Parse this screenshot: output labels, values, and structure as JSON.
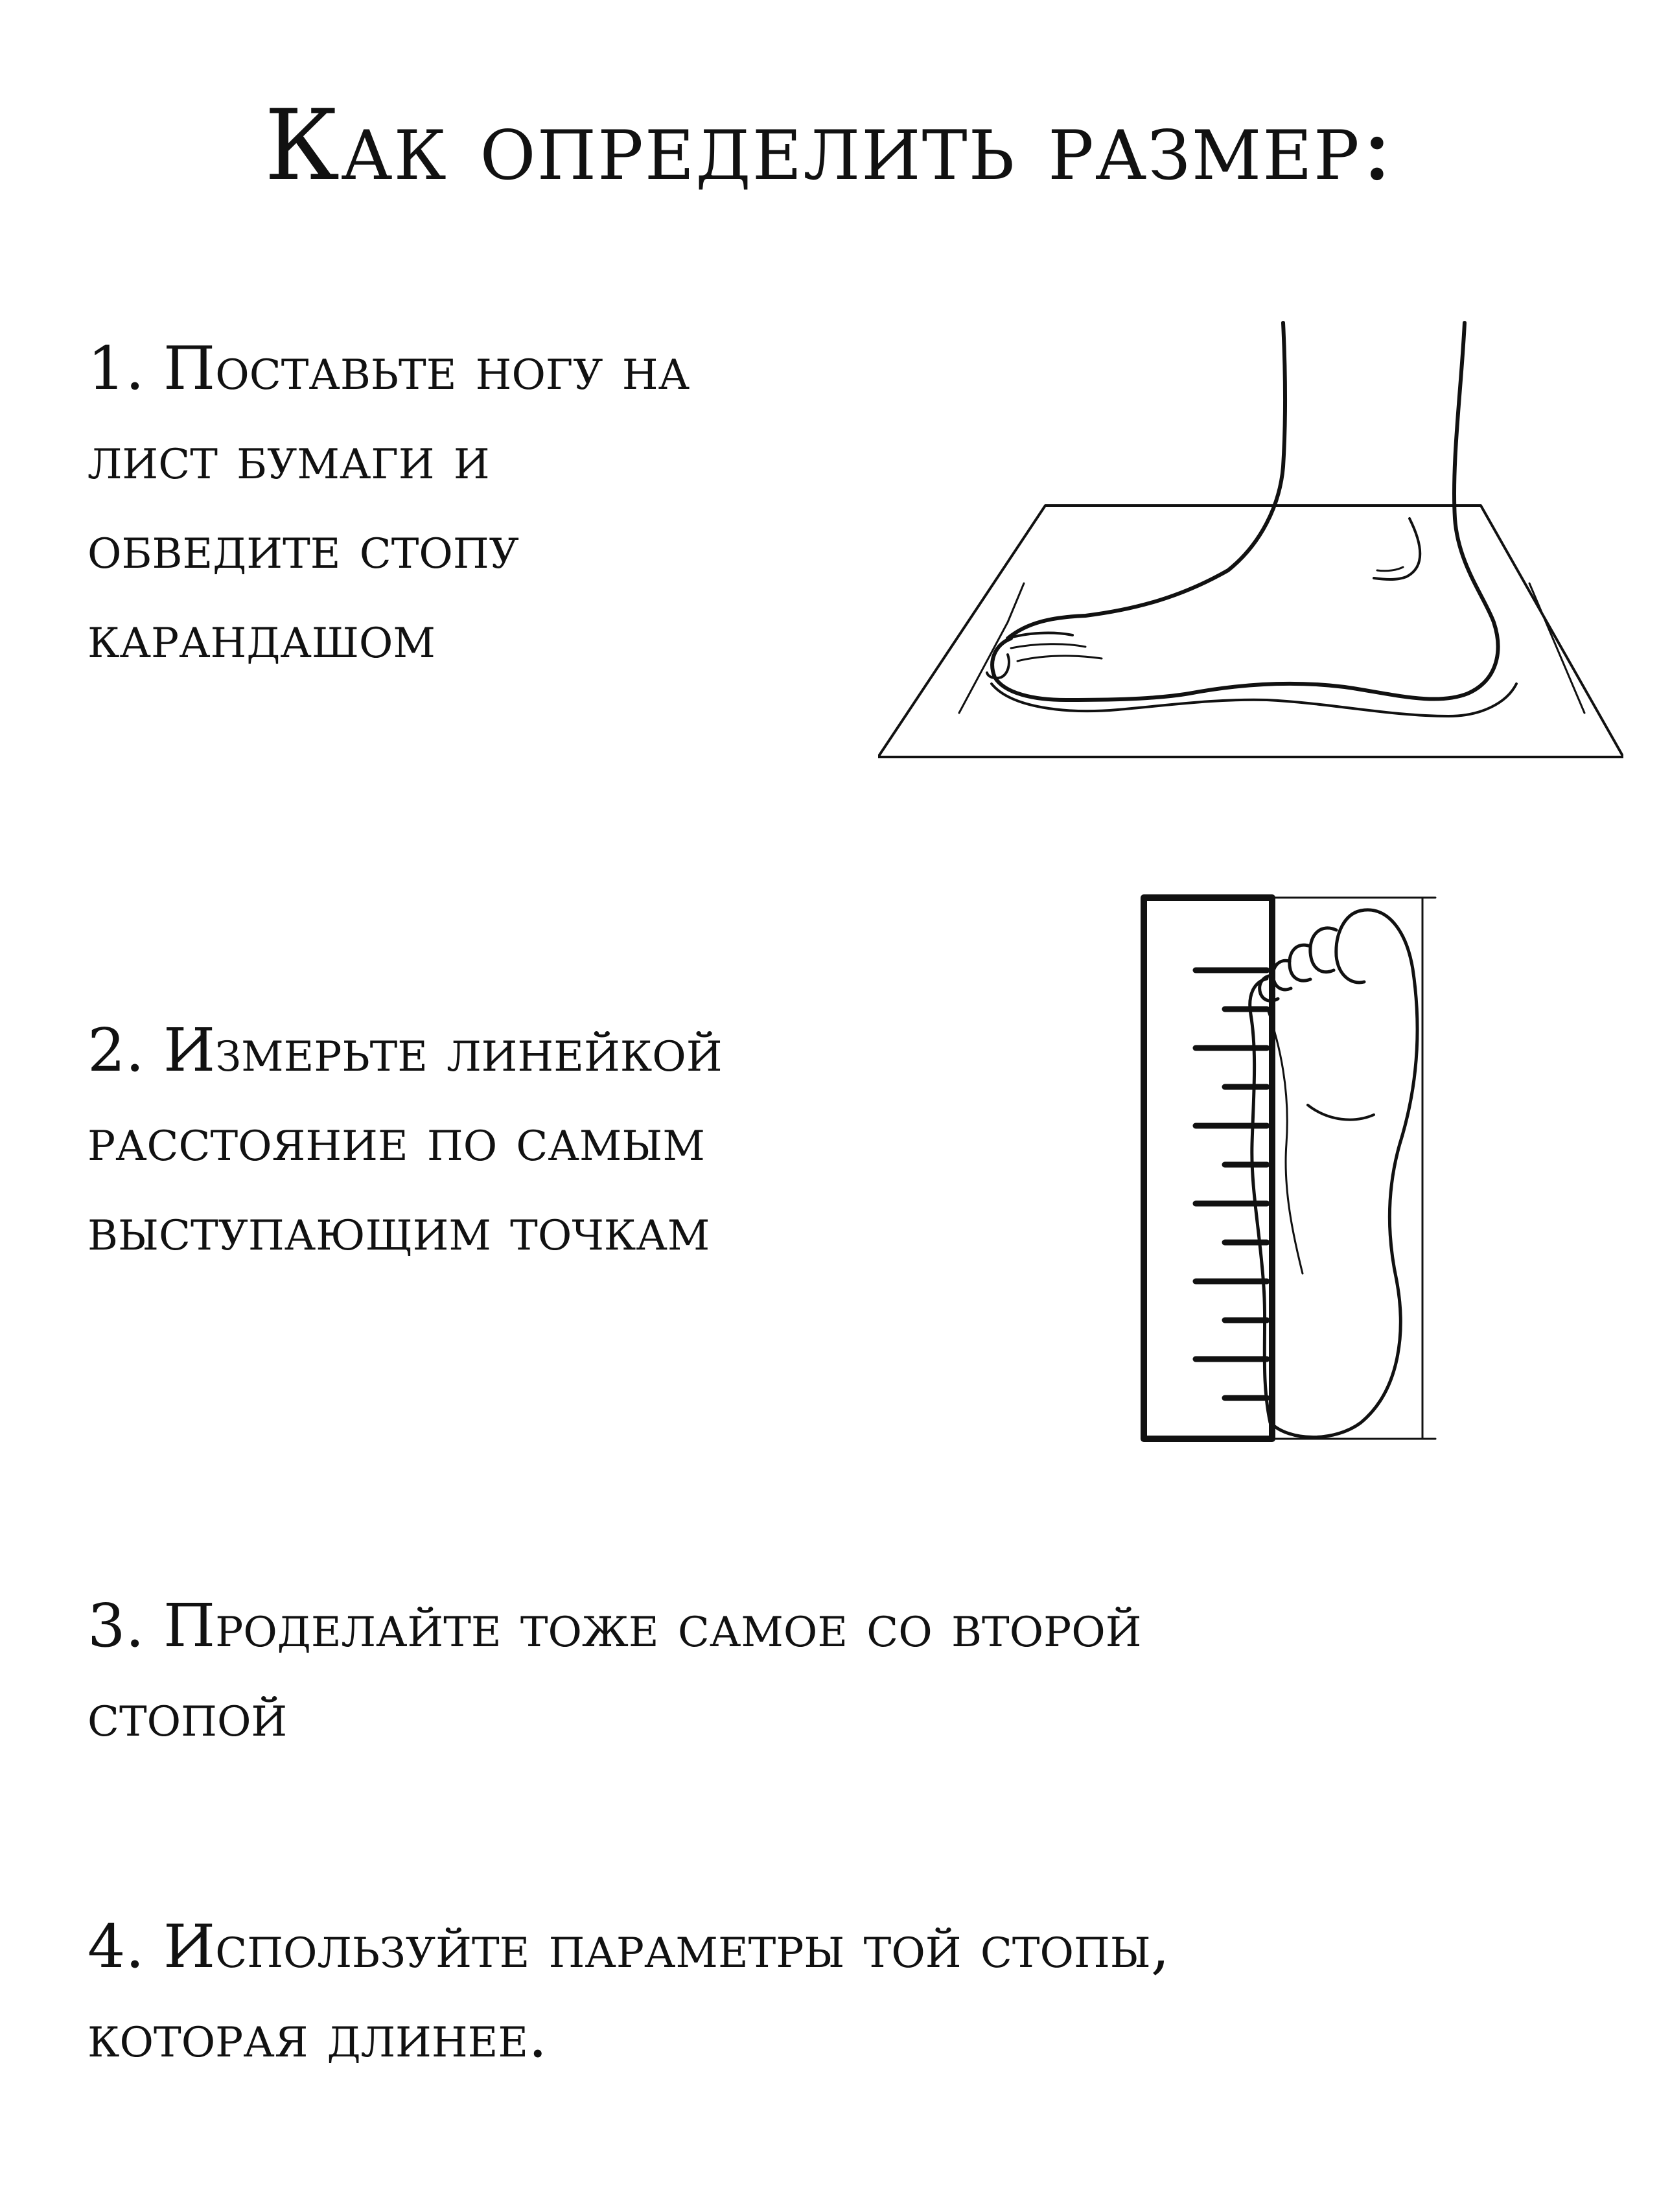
{
  "title": "Как определить размер:",
  "steps": [
    {
      "lines": [
        "1. Поставьте ногу на",
        "лист бумаги и",
        "обведите стопу",
        "карандашом"
      ]
    },
    {
      "lines": [
        "2. Измерьте линейкой",
        "расстояние по самым",
        "выступающим точкам"
      ]
    },
    {
      "lines": [
        "3. Проделайте тоже самое со второй",
        "стопой"
      ]
    },
    {
      "lines": [
        "4. Используйте параметры той стопы,",
        "которая длинее."
      ]
    }
  ],
  "illustrations": {
    "trace": {
      "icon": "foot-on-paper-icon"
    },
    "measure": {
      "icon": "foot-ruler-icon"
    }
  }
}
